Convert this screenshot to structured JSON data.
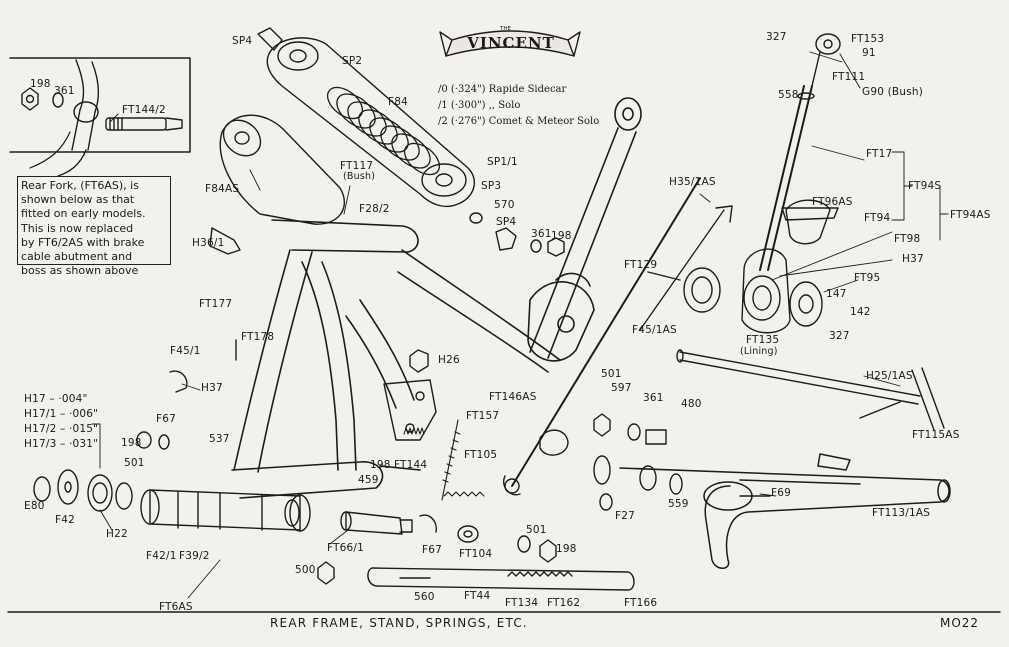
{
  "logo": {
    "small": "THE",
    "name": "VINCENT"
  },
  "note_lines": [
    "Rear Fork, (FT6AS), is",
    "shown below as that",
    "fitted on early models.",
    "This is now replaced",
    "by FT6/2AS with brake",
    "cable abutment and",
    "boss as shown above"
  ],
  "spring_options": [
    "/0 (·324\") Rapide Sidecar",
    "/1 (·300\")   ,,    Solo",
    "/2 (·276\") Comet & Meteor Solo"
  ],
  "shim_list": [
    "H17 – ·004\"",
    "H17/1 – ·006\"",
    "H17/2 – ·015\"",
    "H17/3 – ·031\""
  ],
  "labels": {
    "sp4_top": "SP4",
    "sp2": "SP2",
    "f84": "F84",
    "l198_tl": "198",
    "l361_tl": "361",
    "ft144_2": "FT144/2",
    "f84as": "F84AS",
    "ft117": "FT117",
    "bush1": "(Bush)",
    "sp1_1": "SP1/1",
    "sp3": "SP3",
    "f28_2": "F28/2",
    "l570": "570",
    "sp4_mid": "SP4",
    "l361_mid": "361",
    "l198_mid": "198",
    "h36_1": "H36/1",
    "ft177": "FT177",
    "ft178": "FT178",
    "f45_1": "F45/1",
    "h37_left": "H37",
    "f67_top": "F67",
    "l198_left": "198",
    "l501_left": "501",
    "l537": "537",
    "h26": "H26",
    "ft157": "FT157",
    "ft105": "FT105",
    "l198_mid2": "198",
    "ft144": "FT144",
    "l459": "459",
    "e80": "E80",
    "f42": "F42",
    "h22": "H22",
    "f42_1": "F42/1",
    "f39_2": "F39/2",
    "ft6as": "FT6AS",
    "ft66_1": "FT66/1",
    "f67_bot": "F67",
    "ft104": "FT104",
    "l500": "500",
    "l501_bot": "501",
    "l198_bot": "198",
    "l560": "560",
    "ft44": "FT44",
    "ft134": "FT134",
    "ft162": "FT162",
    "ft166": "FT166",
    "ft146as": "FT146AS",
    "l501_r": "501",
    "l597": "597",
    "l361_r": "361",
    "l480": "480",
    "f27": "F27",
    "l559": "559",
    "f69": "F69",
    "ft113_1as": "FT113/1AS",
    "ft115as": "FT115AS",
    "h25_1as": "H25/1AS",
    "ft129": "FT129",
    "f45_1as": "F45/1AS",
    "h35_1as": "H35/1AS",
    "l327_top": "327",
    "ft153": "FT153",
    "l91": "91",
    "ft111": "FT111",
    "g90": "G90 (Bush)",
    "l558": "558",
    "ft17": "FT17",
    "ft94s": "FT94S",
    "ft96as": "FT96AS",
    "ft94": "FT94",
    "ft94as": "FT94AS",
    "ft98": "FT98",
    "h37_right": "H37",
    "ft95": "FT95",
    "l147": "147",
    "l142": "142",
    "l327_bot": "327",
    "ft135": "FT135",
    "lining": "(Lining)"
  },
  "footer": {
    "title": "REAR  FRAME,  STAND,  SPRINGS,  ETC.",
    "code": "MO22"
  }
}
